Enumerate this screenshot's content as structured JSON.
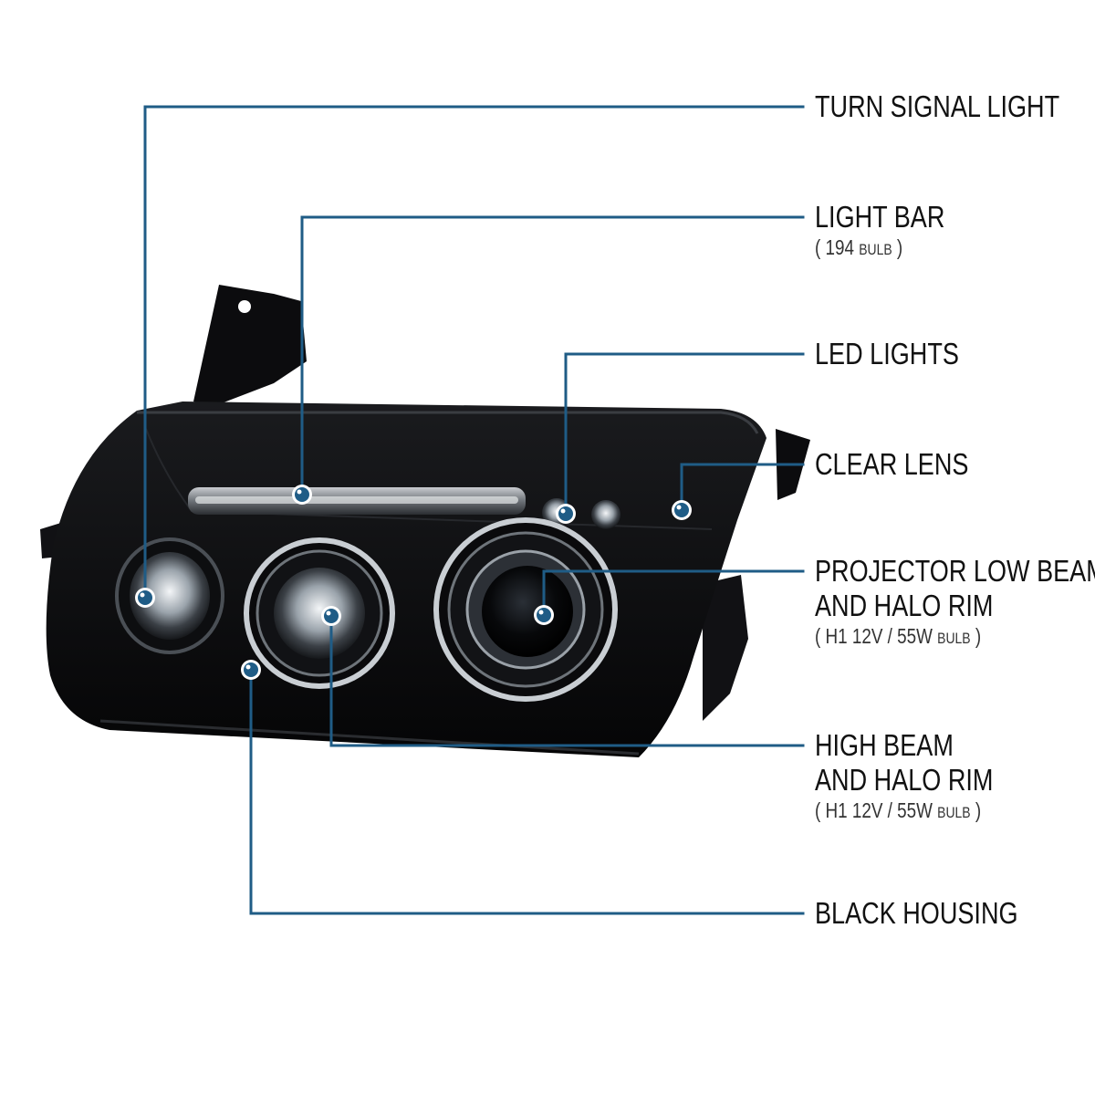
{
  "accent_color": "#1f5c86",
  "housing_color": "#0b0b0d",
  "callouts": [
    {
      "id": "turn-signal-light",
      "title": [
        "TURN SIGNAL LIGHT"
      ]
    },
    {
      "id": "light-bar",
      "title": [
        "LIGHT BAR"
      ],
      "spec": {
        "open": "(",
        "value": "194",
        "unit": "BULB",
        "close": ")"
      }
    },
    {
      "id": "led-lights",
      "title": [
        "LED LIGHTS"
      ]
    },
    {
      "id": "clear-lens",
      "title": [
        "CLEAR LENS"
      ]
    },
    {
      "id": "projector-low-beam",
      "title": [
        "PROJECTOR LOW BEAM",
        "AND HALO RIM"
      ],
      "spec": {
        "open": "(",
        "value": "H1  12V / 55W",
        "unit": "BULB",
        "close": ")"
      }
    },
    {
      "id": "high-beam",
      "title": [
        "HIGH BEAM",
        "AND HALO RIM"
      ],
      "spec": {
        "open": "(",
        "value": "H1  12V / 55W",
        "unit": "BULB",
        "close": ")"
      }
    },
    {
      "id": "black-housing",
      "title": [
        "BLACK HOUSING"
      ]
    }
  ]
}
